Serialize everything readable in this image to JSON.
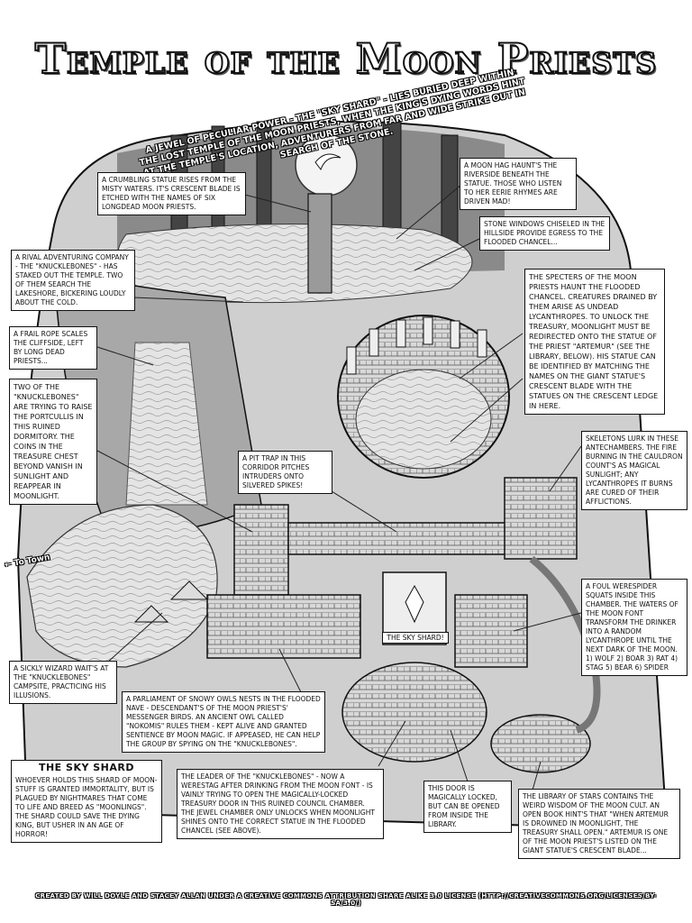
{
  "title": "Temple of the Moon Priests",
  "intro": "A jewel of peculiar power - the \"Sky Shard\" - lies buried deep within the lost Temple of the Moon Priests, when the King's dying words hint at the temple's location, adventurers from far and wide strike out in search of the stone.",
  "callouts": {
    "statue": "A crumbling statue rises from the misty waters. It's crescent blade is etched with the names of six longdead moon priests.",
    "moon": "A moon hag haunt's the riverside beneath the statue. Those who listen to her eerie rhymes are driven mad!",
    "windows": "Stone windows chiseled in the hillside provide egress to the flooded chancel...",
    "rival": "A rival adventuring company - the \"Knucklebones\" - has staked out the temple. Two of them search the lakeshore, bickering loudly about the cold.",
    "specters": "The specters of the Moon Priests haunt the flooded chancel. Creatures drained by them arise as undead lycanthropes. To unlock the treasury, moonlight must be redirected onto the statue of the priest \"Artemur\" (see the library, below). His statue can be identified by matching the names on the giant statue's crescent blade with the statues on the crescent ledge in here.",
    "rope": "A frail rope scales the cliffside, left by long dead priests...",
    "knucklebones": "Two of the \"Knucklebones\" are trying to raise the portcullis in this ruined dormitory. The coins in the treasure chest beyond vanish in sunlight and reappear in moonlight.",
    "pit": "A pit trap in this corridor pitches intruders onto silvered spikes!",
    "skeletons": "Skeletons lurk in these antechambers. The fire burning in the cauldron count's as magical sunlight; any lycanthropes it burns are cured of their afflictions.",
    "werespider": "A foul werespider squats inside this chamber. The waters of the moon font transform the drinker into a random lycanthrope until the next dark of the moon. 1) Wolf 2) Boar 3) Rat 4) Stag 5) Bear 6) Spider",
    "wizard": "A sickly wizard wait's at the \"Knucklebones\" campsite, practicing his illusions.",
    "owls": "A parliament of snowy owls nests in the flooded nave - descendant's of the moon priest's' messenger birds. An ancient owl called \"Nokomis\" rules them - kept alive and granted sentience by moon magic. If appeased, he can help the group by spying on the \"Knucklebones\".",
    "leader": "The leader of the \"Knucklebones\" - now a werestag after drinking from the moon font - is vainly trying to open the magically-locked treasury door in this ruined council chamber. The jewel chamber only unlocks when moonlight shines onto the correct statue in the flooded chancel (see above).",
    "door": "This door is magically locked, but can be opened from inside the library.",
    "library": "The library of stars contains the weird wisdom of the moon cult. An open book hint's that \"When Artemur is drowned in moonlight, the treasury shall open.\" Artemur is one of the moon priest's listed on the giant statue's crescent blade..."
  },
  "sky_shard": {
    "heading": "The Sky Shard",
    "text": "Whoever holds this shard of moon-stuff is granted immortality, but is plagued by nightmares that come to life and breed as \"moonlings\". The shard could save the dying king, but usher in an age of horror!"
  },
  "map_labels": {
    "town": "← To Town",
    "sky_shard_room": "The Sky Shard!"
  },
  "footer": "Created by Will Doyle and Stacey Allan under a Creative Commons Attribution Share Alike 3.0 License (http://creativecommons.org/licenses/by-sa/3.0/)"
}
